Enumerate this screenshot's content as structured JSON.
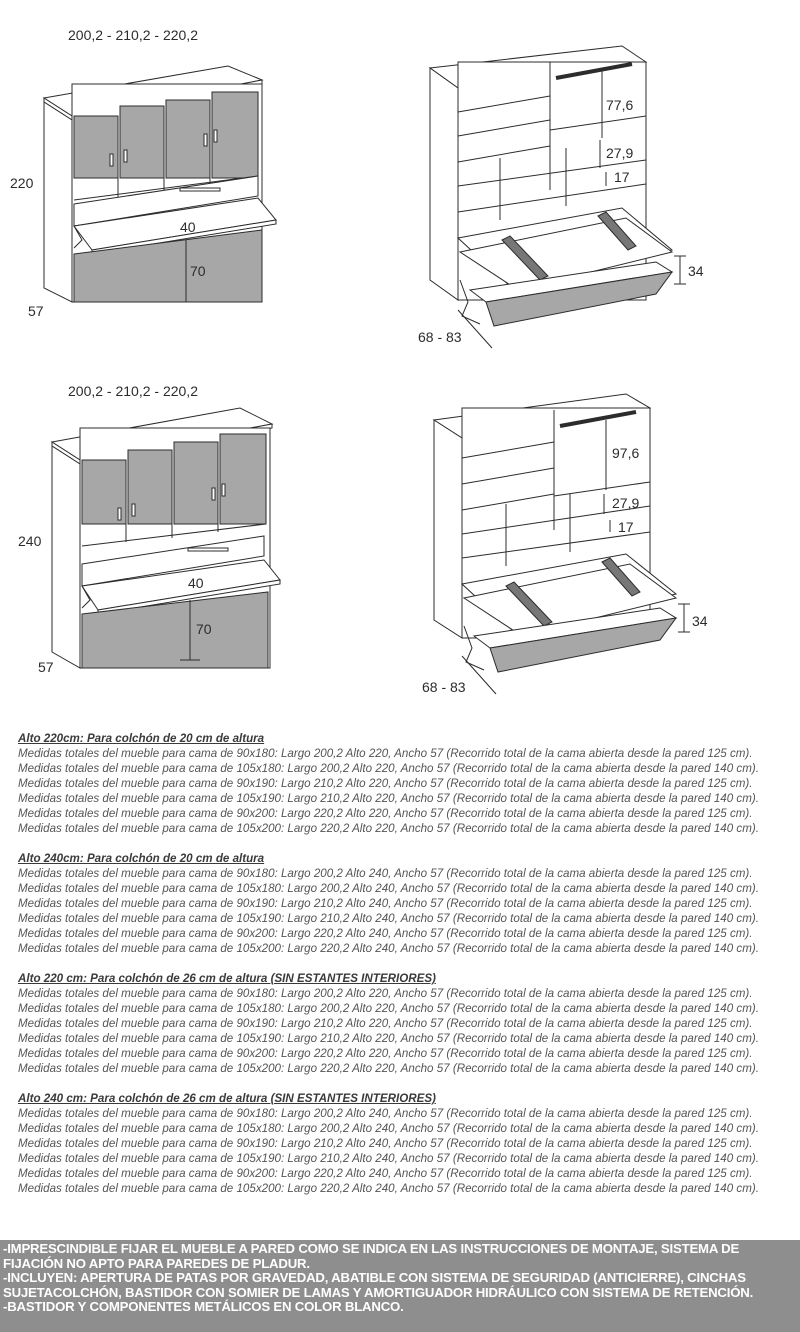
{
  "colors": {
    "panel_gray": "#a7a7a7",
    "line": "#2c2c2c",
    "notes_bg": "#8e8e8e",
    "notes_text": "#ffffff"
  },
  "diagram_top_left": {
    "width_label": "200,2 - 210,2 - 220,2",
    "height_label": "220",
    "depth_label": "57",
    "desk_label": "40",
    "clear_label": "70"
  },
  "diagram_top_right": {
    "h1_label": "77,6",
    "h2_label": "27,9",
    "h3_label": "17",
    "side_label": "34",
    "depth_label": "68 - 83"
  },
  "diagram_bottom_left": {
    "width_label": "200,2 - 210,2 - 220,2",
    "height_label": "240",
    "depth_label": "57",
    "desk_label": "40",
    "clear_label": "70"
  },
  "diagram_bottom_right": {
    "h1_label": "97,6",
    "h2_label": "27,9",
    "h3_label": "17",
    "side_label": "34",
    "depth_label": "68 - 83"
  },
  "specs": [
    {
      "title": "Alto 220cm: Para colchón de 20 cm de altura",
      "lines": [
        "Medidas totales del mueble para cama de 90x180: Largo 200,2 Alto 220, Ancho 57 (Recorrido total de la cama abierta desde la pared 125 cm).",
        "Medidas totales del mueble para cama de 105x180: Largo 200,2 Alto 220, Ancho 57 (Recorrido total de la cama abierta desde la pared 140 cm).",
        "Medidas totales del mueble para cama de 90x190: Largo 210,2 Alto 220, Ancho 57 (Recorrido total de la cama abierta desde la pared 125 cm).",
        "Medidas totales del mueble para cama de 105x190: Largo 210,2 Alto 220, Ancho 57 (Recorrido total de la cama abierta desde la pared 140 cm).",
        "Medidas totales del mueble para cama de 90x200: Largo 220,2 Alto 220, Ancho 57 (Recorrido total de la cama abierta desde la pared 125 cm).",
        "Medidas totales del mueble para cama de 105x200: Largo 220,2 Alto 220, Ancho 57 (Recorrido total de la cama abierta desde la pared 140 cm)."
      ]
    },
    {
      "title": "Alto 240cm: Para colchón de 20 cm de altura",
      "lines": [
        "Medidas totales del mueble para cama de 90x180: Largo 200,2 Alto 240, Ancho 57 (Recorrido total de la cama abierta desde la pared 125 cm).",
        "Medidas totales del mueble para cama de 105x180: Largo 200,2 Alto 240, Ancho 57 (Recorrido total de la cama abierta desde la pared 140 cm).",
        "Medidas totales del mueble para cama de 90x190: Largo 210,2 Alto 240, Ancho 57 (Recorrido total de la cama abierta desde la pared 125 cm).",
        "Medidas totales del mueble para cama de 105x190: Largo 210,2 Alto 240, Ancho 57 (Recorrido total de la cama abierta desde la pared 140 cm).",
        "Medidas totales del mueble para cama de 90x200: Largo 220,2 Alto 240, Ancho 57 (Recorrido total de la cama abierta desde la pared 125 cm).",
        "Medidas totales del mueble para cama de 105x200: Largo 220,2 Alto 240, Ancho 57 (Recorrido total de la cama abierta desde la pared 140 cm)."
      ]
    },
    {
      "title": "Alto 220 cm: Para colchón de 26 cm de altura (SIN ESTANTES INTERIORES)",
      "lines": [
        "Medidas totales del mueble para cama de 90x180: Largo 200,2 Alto 220, Ancho 57 (Recorrido total de la cama abierta desde la pared 125 cm).",
        "Medidas totales del mueble para cama de 105x180: Largo 200,2 Alto 220, Ancho 57 (Recorrido total de la cama abierta desde la pared 140 cm).",
        "Medidas totales del mueble para cama de 90x190: Largo 210,2 Alto 220, Ancho 57 (Recorrido total de la cama abierta desde la pared 125 cm).",
        "Medidas totales del mueble para cama de 105x190: Largo 210,2 Alto 220, Ancho 57 (Recorrido total de la cama abierta desde la pared 140 cm).",
        "Medidas totales del mueble para cama de 90x200: Largo 220,2 Alto 220, Ancho 57 (Recorrido total de la cama abierta desde la pared 125 cm).",
        "Medidas totales del mueble para cama de 105x200: Largo 220,2 Alto 220, Ancho 57 (Recorrido total de la cama abierta desde la pared 140 cm)."
      ]
    },
    {
      "title": "Alto 240 cm: Para colchón de 26 cm de altura (SIN ESTANTES INTERIORES)",
      "lines": [
        "Medidas totales del mueble para cama de 90x180: Largo 200,2 Alto 240, Ancho 57 (Recorrido total de la cama abierta desde la pared 125 cm).",
        "Medidas totales del mueble para cama de 105x180: Largo 200,2 Alto 240, Ancho 57 (Recorrido total de la cama abierta desde la pared 140 cm).",
        "Medidas totales del mueble para cama de 90x190: Largo 210,2 Alto 240, Ancho 57 (Recorrido total de la cama abierta desde la pared 125 cm).",
        "Medidas totales del mueble para cama de 105x190: Largo 210,2 Alto 240, Ancho 57 (Recorrido total de la cama abierta desde la pared 140 cm).",
        "Medidas totales del mueble para cama de 90x200: Largo 220,2 Alto 240, Ancho 57 (Recorrido total de la cama abierta desde la pared 125 cm).",
        "Medidas totales del mueble para cama de 105x200: Largo 220,2 Alto 240, Ancho 57 (Recorrido total de la cama abierta desde la pared 140 cm)."
      ]
    }
  ],
  "notes": [
    "-IMPRESCINDIBLE FIJAR EL MUEBLE A PARED COMO SE INDICA EN LAS INSTRUCCIONES DE MONTAJE, SISTEMA DE FIJACIÓN NO APTO PARA PAREDES DE PLADUR.",
    "-INCLUYEN: APERTURA DE PATAS POR GRAVEDAD, ABATIBLE CON SISTEMA DE SEGURIDAD (ANTICIERRE), CINCHAS SUJETACOLCHÓN, BASTIDOR CON SOMIER DE LAMAS Y AMORTIGUADOR HIDRÁULICO CON SISTEMA DE RETENCIÓN.",
    "-BASTIDOR Y COMPONENTES METÁLICOS EN COLOR BLANCO."
  ]
}
